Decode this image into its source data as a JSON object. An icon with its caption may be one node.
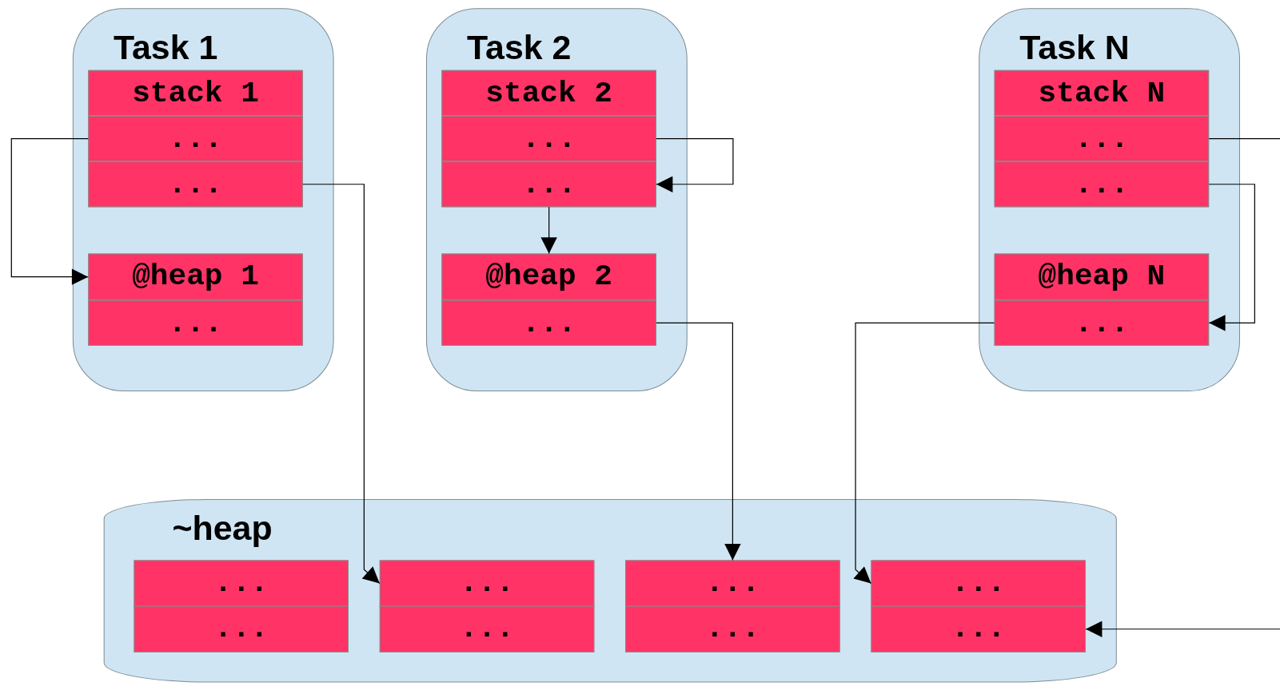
{
  "diagram": {
    "nodes": [
      {
        "text": [
          "Task 1"
        ]
      },
      {
        "text": [
          "stack 1"
        ],
        "in": 0
      },
      {
        "text": [
          "..."
        ],
        "in": 0
      },
      {
        "text": [
          "..."
        ],
        "in": 0
      },
      {
        "text": [
          "@heap 1"
        ],
        "in": 0
      },
      {
        "text": [
          "..."
        ],
        "in": 0
      },
      {
        "text": [
          "Task 2"
        ]
      },
      {
        "text": [
          "stack 2"
        ],
        "in": 6
      },
      {
        "text": [
          "..."
        ],
        "in": 6
      },
      {
        "text": [
          "..."
        ],
        "in": 6
      },
      {
        "text": [
          "@heap 2"
        ],
        "in": 6
      },
      {
        "text": [
          "..."
        ],
        "in": 6
      },
      {
        "text": [
          "Task N"
        ]
      },
      {
        "text": [
          "stack N"
        ],
        "in": 12
      },
      {
        "text": [
          "..."
        ],
        "in": 12
      },
      {
        "text": [
          "..."
        ],
        "in": 12
      },
      {
        "text": [
          "@heap N"
        ],
        "in": 12
      },
      {
        "text": [
          "..."
        ],
        "in": 12
      },
      {
        "text": [
          "~heap"
        ]
      },
      {
        "text": [
          "..."
        ],
        "in": 18
      },
      {
        "text": [
          "..."
        ],
        "in": 18
      },
      {
        "text": [
          "..."
        ],
        "in": 18
      },
      {
        "text": [
          "..."
        ],
        "in": 18
      },
      {
        "text": [
          "..."
        ],
        "in": 18
      },
      {
        "text": [
          "..."
        ],
        "in": 18
      },
      {
        "text": [
          "..."
        ],
        "in": 18
      },
      {
        "text": [
          "..."
        ],
        "in": 18
      }
    ],
    "edges": [
      {
        "from": 2,
        "to": 4,
        "arrow": "to"
      },
      {
        "from": 3,
        "to": 20,
        "arrow": "to"
      },
      {
        "from": 8,
        "to": 9,
        "arrow": "to"
      },
      {
        "from": 9,
        "to": 10,
        "arrow": "to"
      },
      {
        "from": 11,
        "to": 21,
        "arrow": "to"
      },
      {
        "from": 14,
        "to": null,
        "arrow": "none"
      },
      {
        "from": 15,
        "to": 17,
        "arrow": "to"
      },
      {
        "from": 17,
        "to": 22,
        "arrow": "to"
      },
      {
        "from": null,
        "to": 26,
        "arrow": "to"
      }
    ]
  }
}
